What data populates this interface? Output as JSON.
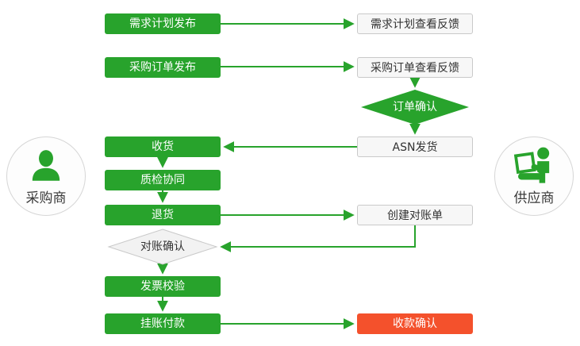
{
  "diagram_title": "procurement-collaboration-flow",
  "colors": {
    "primary_green": "#28a32c",
    "alert_red": "#f4512c",
    "plain_fill": "#f7f7f7",
    "plain_border": "#c9c9c9",
    "diamond_gray_fill": "#f2f2f2",
    "text_dark": "#333333"
  },
  "actors": {
    "buyer": {
      "label": "采购商",
      "icon": "person-icon"
    },
    "supplier": {
      "label": "供应商",
      "icon": "person-laptop-icon"
    }
  },
  "nodes": {
    "demand_plan_publish": "需求计划发布",
    "demand_plan_feedback": "需求计划查看反馈",
    "po_publish": "采购订单发布",
    "po_feedback": "采购订单查看反馈",
    "order_confirm": "订单确认",
    "receive_goods": "收货",
    "asn_ship": "ASN发货",
    "quality_collab": "质检协同",
    "return_goods": "退货",
    "create_statement": "创建对账单",
    "reconcile_confirm": "对账确认",
    "invoice_verify": "发票校验",
    "account_payment": "挂账付款",
    "receipt_confirm": "收款确认"
  }
}
